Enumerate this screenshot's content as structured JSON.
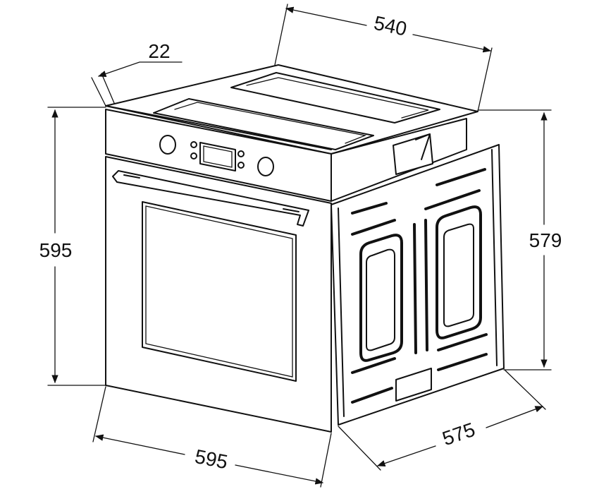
{
  "dimensions": {
    "top_depth": "540",
    "frame_thickness": "22",
    "front_height": "595",
    "body_height": "579",
    "front_width": "595",
    "body_depth": "575"
  },
  "colors": {
    "line": "#111111",
    "background": "#ffffff"
  }
}
